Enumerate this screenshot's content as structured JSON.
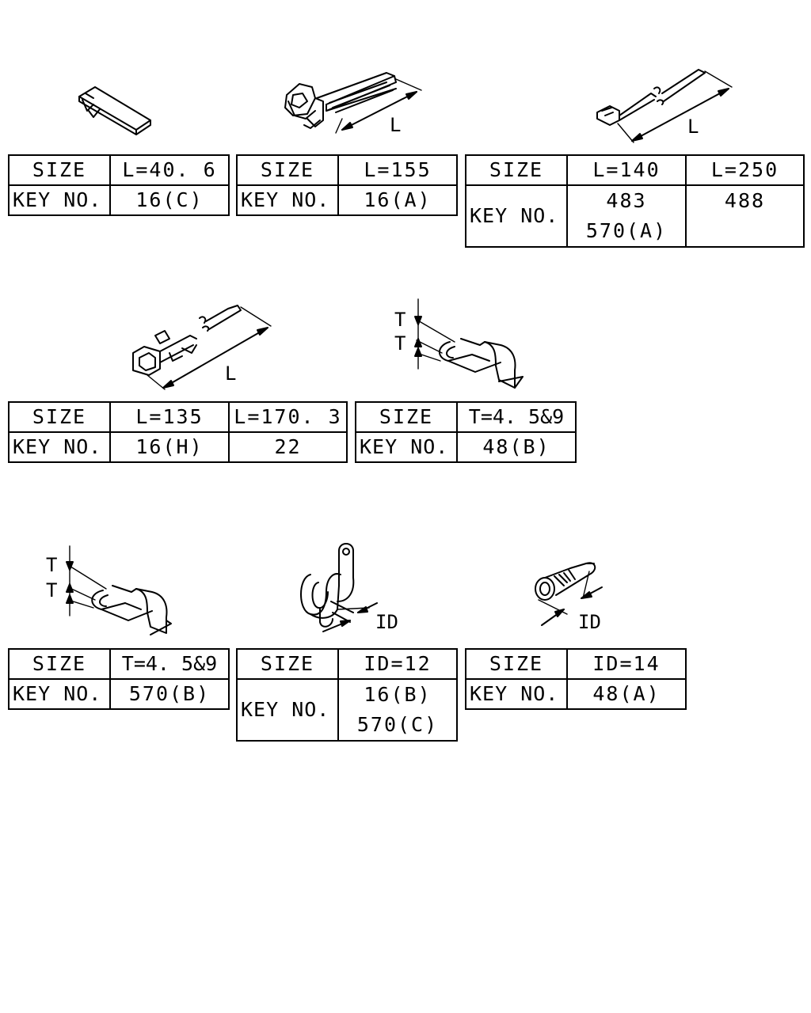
{
  "labels": {
    "size": "SIZE",
    "key_no": "KEY NO.",
    "dim_L": "L",
    "dim_T": "T",
    "dim_ID": "ID"
  },
  "tables": [
    {
      "id": "t1",
      "sizes": [
        "L=40. 6"
      ],
      "keys": [
        [
          "16(C)"
        ]
      ]
    },
    {
      "id": "t2",
      "sizes": [
        "L=155"
      ],
      "keys": [
        [
          "16(A)"
        ]
      ]
    },
    {
      "id": "t3",
      "sizes": [
        "L=140",
        "L=250"
      ],
      "keys": [
        [
          "483",
          "570(A)"
        ],
        [
          "488"
        ]
      ]
    },
    {
      "id": "t4",
      "sizes": [
        "L=135",
        "L=170. 3"
      ],
      "keys": [
        [
          "16(H)"
        ],
        [
          "22"
        ]
      ]
    },
    {
      "id": "t5",
      "sizes": [
        "T=4. 5&9"
      ],
      "keys": [
        [
          "48(B)"
        ]
      ]
    },
    {
      "id": "t6",
      "sizes": [
        "T=4. 5&9"
      ],
      "keys": [
        [
          "570(B)"
        ]
      ]
    },
    {
      "id": "t7",
      "sizes": [
        "ID=12"
      ],
      "keys": [
        [
          "16(B)",
          "570(C)"
        ]
      ]
    },
    {
      "id": "t8",
      "sizes": [
        "ID=14"
      ],
      "keys": [
        [
          "48(A)"
        ]
      ]
    }
  ]
}
